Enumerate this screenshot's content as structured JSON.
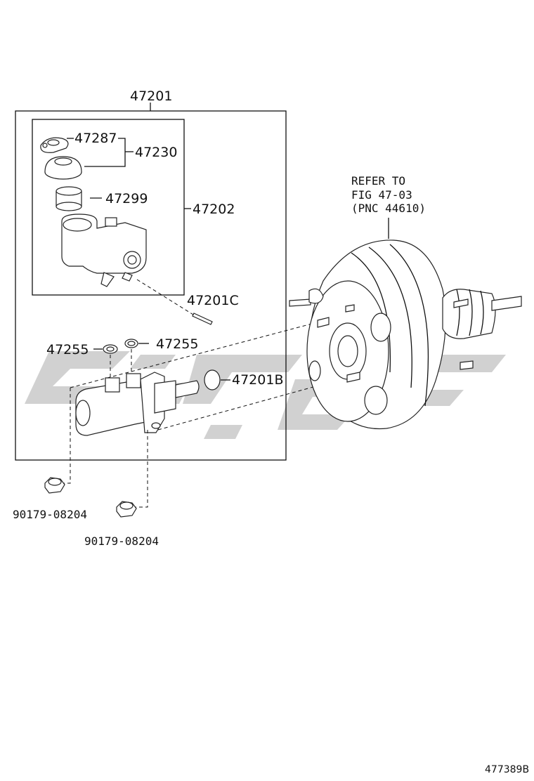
{
  "diagram": {
    "labels": {
      "p47201": "47201",
      "p47287": "47287",
      "p47230": "47230",
      "p47299": "47299",
      "p47202": "47202",
      "p47201c": "47201C",
      "p47255_left": "47255",
      "p47255_right": "47255",
      "p47201b": "47201B",
      "p90179_a": "90179-08204",
      "p90179_b": "90179-08204",
      "refer_line1": "REFER TO",
      "refer_line2": "FIG 47-03",
      "refer_line3": "(PNC 44610)",
      "figure_id": "477389B"
    }
  }
}
